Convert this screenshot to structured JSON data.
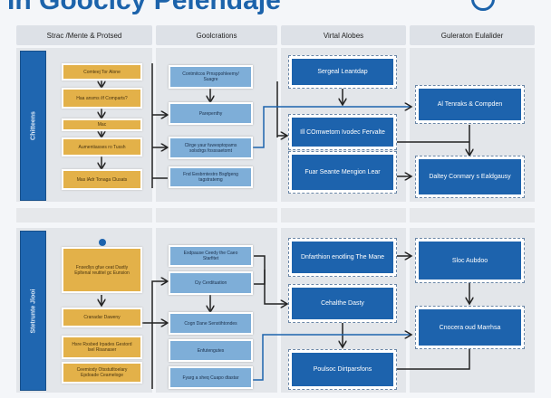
{
  "title": "In Goocicy Pelendaje",
  "headers": [
    "Strac /Mente & Protsed",
    "Goolcrations",
    "Virtal Alobes",
    "Guleraton Eulalider"
  ],
  "section1": {
    "side_label": "Chitteens",
    "yellow": [
      "Comteej Tor Alone",
      "Haa ansms /if Comparts?",
      "Mac",
      "Aumentiasses ro Tussh",
      "Mas lAdr Tonaga Clusats"
    ],
    "blue": [
      "Contmitcos Prnsppohleemy/ Suagre",
      "Parepenthy",
      "Clirge yaur fuwesptopams solsdrgs fosssaetomt",
      "Fnd Eesbrntestro Bsgfgeng tagstratemg"
    ],
    "dark": [
      "Sergeal Leantdap",
      "Ill COmwetom Ivodec Fervalte",
      "Fuar Seante Mengion Lear"
    ],
    "result": [
      "Al Tenraks & Compden",
      "Daltey Conmary s Ealdgausy"
    ]
  },
  "section2": {
    "side_label": "Stetrunte Jlooi",
    "yellow": [
      "Fnsedlys gfue ceat Daxtly Epltenal reutitel gc Eunsion",
      "Cranadar Daweny",
      "Hsre Rxsbed Irpades Gestord Isel Risanaser",
      "Ceemiody Otsstutltoelary Epdoade Ceameloge"
    ],
    "blue": [
      "Exdpause Ceedy the Caeo Starfitet",
      "Ciy Cerdituation",
      "Cogn Dane Senstihtondes",
      "Enfutengutes",
      "Fyarg a sheq Cuapo dtastar"
    ],
    "dark": [
      "Dnfarthion enotling The Mane",
      "Cehalthe Dasty",
      "Poulsoc Dirtparsfons"
    ],
    "result": [
      "Sloc Aubdoo",
      "Cnocera oud Marrhsa"
    ]
  }
}
